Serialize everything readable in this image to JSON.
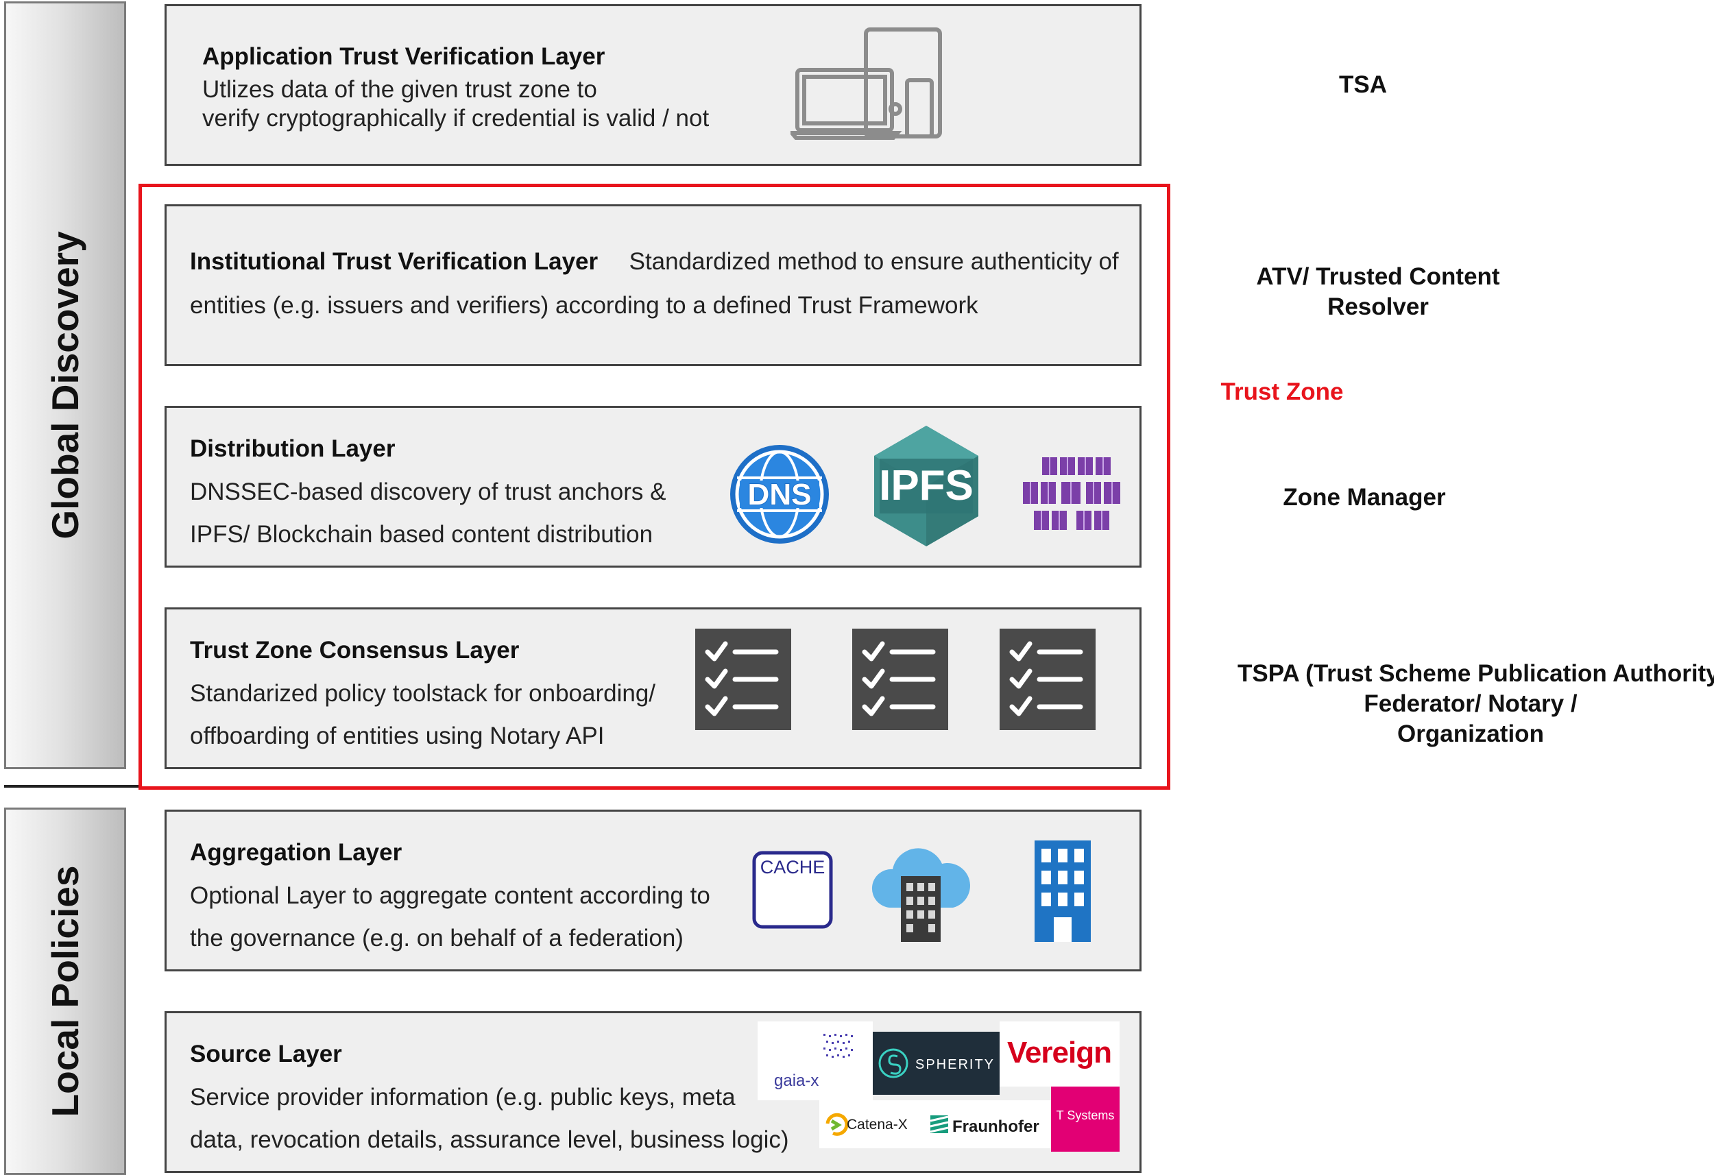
{
  "sidebars": {
    "global": "Global Discovery",
    "local": "Local Policies"
  },
  "layers": {
    "app": {
      "title": "Application Trust Verification Layer",
      "lines": [
        "Utlizes data of the given trust zone to",
        "verify cryptographically if credential is valid / not"
      ]
    },
    "institutional": {
      "title": "Institutional Trust Verification Layer",
      "inline": "Standardized method to ensure authenticity of",
      "line2": "entities (e.g. issuers and verifiers) according to a defined Trust Framework"
    },
    "distribution": {
      "title": "Distribution Layer",
      "lines": [
        "DNSSEC-based discovery of trust anchors &",
        "IPFS/ Blockchain based content distribution"
      ]
    },
    "consensus": {
      "title": "Trust Zone Consensus Layer",
      "lines": [
        "Standarized policy toolstack for onboarding/",
        "offboarding of entities using Notary API"
      ]
    },
    "aggregation": {
      "title": "Aggregation Layer",
      "lines": [
        "Optional Layer to aggregate content according to",
        "the governance (e.g. on behalf of a federation)"
      ]
    },
    "source": {
      "title": "Source Layer",
      "lines": [
        "Service provider information (e.g. public keys, meta",
        "data, revocation details, assurance level, business logic)"
      ]
    }
  },
  "right_labels": {
    "tsa": "TSA",
    "atv": [
      "ATV/ Trusted Content",
      "Resolver"
    ],
    "trust_zone": "Trust Zone",
    "zone_manager": "Zone Manager",
    "tspa": [
      "TSPA (Trust Scheme Publication Authority)",
      "Federator/ Notary /",
      "Organization"
    ]
  },
  "icons": {
    "devices": "devices-icon",
    "dns": "DNS",
    "ipfs": "IPFS",
    "cubes": "cubes-icon",
    "checklist": "checklist-icon",
    "cache": "CACHE",
    "cloud_building": "cloud-building-icon",
    "building": "building-icon"
  },
  "logos": {
    "gaiax": "gaia-x",
    "spherity": "SPHERITY",
    "vereign": "Vereign",
    "catenax": "Catena-X",
    "fraunhofer": "Fraunhofer",
    "tsystems": "T Systems"
  },
  "colors": {
    "trust_zone": "#e8141c",
    "dns": "#1e6fc7",
    "ipfs": "#3d8d8a",
    "cubes": "#7b3fa8",
    "checklist": "#4a4a4a",
    "cache": "#2a2a8c",
    "building": "#1f74c4",
    "tsystems": "#e20074"
  }
}
